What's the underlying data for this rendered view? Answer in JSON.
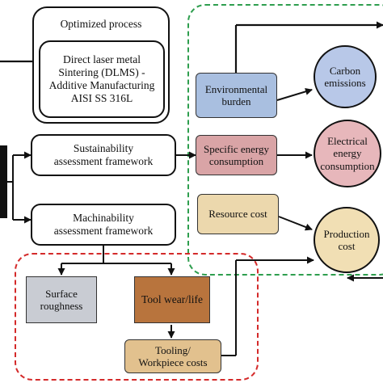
{
  "process": {
    "title": "Optimized process",
    "detail": "Direct laser metal\nSintering (DLMS) -\nAdditive Manufacturing\nAISI SS 316L"
  },
  "frameworks": {
    "sustainability": "Sustainability\nassessment framework",
    "machinability": "Machinability\nassessment framework"
  },
  "sustainability_inputs": {
    "environmental": "Environmental\nburden",
    "energy": "Specific energy\nconsumption",
    "resource": "Resource cost"
  },
  "outputs": {
    "carbon": "Carbon\nemissions",
    "electrical": "Electrical\nenergy\nconsumption",
    "production": "Production\ncost"
  },
  "machinability_inputs": {
    "surface": "Surface\nroughness",
    "tool": "Tool wear/life",
    "tooling": "Tooling/\nWorkpiece costs"
  },
  "colors": {
    "green_dash": "#2e9e4e",
    "red_dash": "#d42a2a",
    "environmental_fill": "#a9bfe0",
    "energy_fill": "#d9a4a6",
    "resource_fill": "#ecd8ad",
    "surface_fill": "#c9ccd3",
    "tool_fill": "#b8743d",
    "tooling_fill": "#e2c18e",
    "carbon_fill": "#b8c8e8",
    "electrical_fill": "#e7b7bb",
    "production_fill": "#f1dfb4"
  }
}
